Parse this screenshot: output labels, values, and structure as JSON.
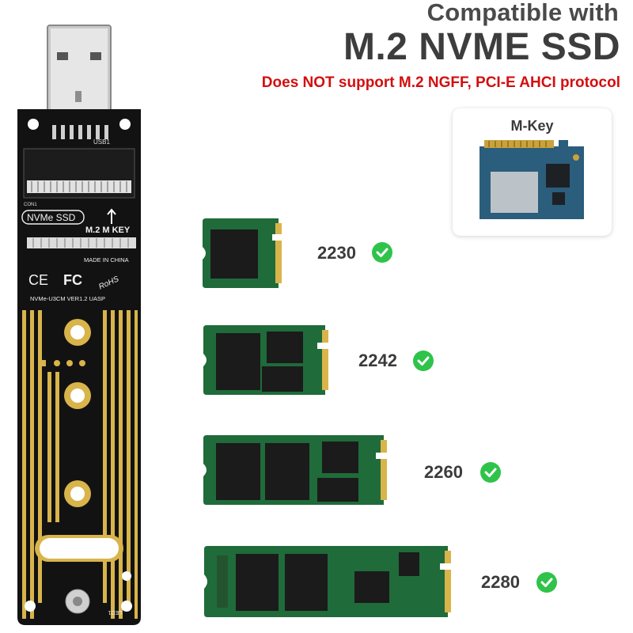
{
  "header": {
    "compatible": "Compatible with",
    "product": "M.2 NVME SSD",
    "warning": "Does NOT support M.2 NGFF, PCI-E AHCI protocol"
  },
  "mkey": {
    "label": "M-Key"
  },
  "sizes": [
    {
      "label": "2230",
      "supported": true
    },
    {
      "label": "2242",
      "supported": true
    },
    {
      "label": "2260",
      "supported": true
    },
    {
      "label": "2280",
      "supported": true
    }
  ],
  "board": {
    "usb_label": "USB1",
    "conn_label": "CON1",
    "model_badge": "NVMe SSD",
    "key_label": "M.2  M  KEY",
    "made_in": "MADE IN CHINA",
    "cert_ce": "CE",
    "cert_fc": "FC",
    "cert_rohs": "RoHS",
    "version_line": "NVMe-U3CM  VER1.2   UASP",
    "led_label": "LED1"
  },
  "colors": {
    "warning_red": "#d30f0f",
    "check_green": "#2fc34a",
    "pcb_green": "#1f6b3a",
    "gold": "#d8b44a"
  }
}
